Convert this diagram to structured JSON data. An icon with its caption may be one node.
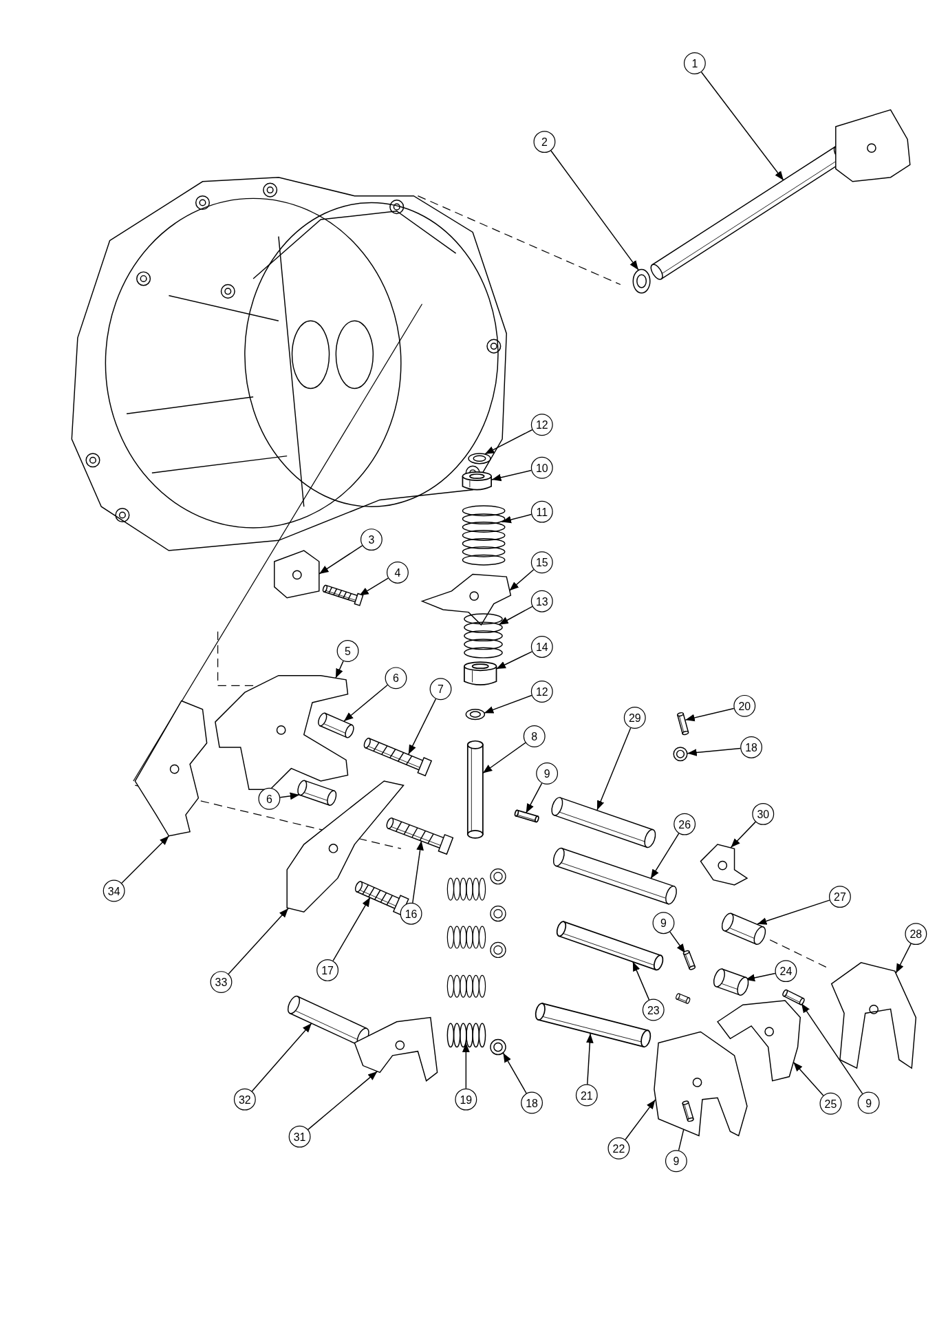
{
  "diagram": {
    "nodes": [
      {
        "text": [
          "1"
        ]
      },
      {
        "text": [],
        "shape": "picture"
      },
      {
        "text": [
          "2"
        ]
      },
      {
        "text": [],
        "shape": "picture"
      },
      {
        "text": [
          "12"
        ]
      },
      {
        "text": [],
        "shape": "picture"
      },
      {
        "text": [
          "10"
        ]
      },
      {
        "text": [],
        "shape": "cylinder"
      },
      {
        "text": [
          "11"
        ]
      },
      {
        "text": [],
        "shape": "picture"
      },
      {
        "text": [
          "3"
        ]
      },
      {
        "text": [],
        "shape": "picture"
      },
      {
        "text": [
          "15"
        ]
      },
      {
        "text": [],
        "shape": "picture"
      },
      {
        "text": [
          "4"
        ]
      },
      {
        "text": [],
        "shape": "picture"
      },
      {
        "text": [
          "13"
        ]
      },
      {
        "text": [],
        "shape": "picture"
      },
      {
        "text": [
          "14"
        ]
      },
      {
        "text": [],
        "shape": "cylinder"
      },
      {
        "text": [
          "5"
        ]
      },
      {
        "text": [],
        "shape": "picture"
      },
      {
        "text": [
          "6"
        ]
      },
      {
        "text": [],
        "shape": "picture"
      },
      {
        "text": [
          "7"
        ]
      },
      {
        "text": [],
        "shape": "picture"
      },
      {
        "text": [
          "12"
        ]
      },
      {
        "text": [],
        "shape": "picture"
      },
      {
        "text": [
          "20"
        ]
      },
      {
        "text": [],
        "shape": "picture"
      },
      {
        "text": [
          "8"
        ]
      },
      {
        "text": [],
        "shape": "cylinder"
      },
      {
        "text": [
          "18"
        ]
      },
      {
        "text": [],
        "shape": "picture"
      },
      {
        "text": [
          "29"
        ]
      },
      {
        "text": [],
        "shape": "picture"
      },
      {
        "text": [
          "9"
        ]
      },
      {
        "text": [],
        "shape": "cylinder"
      },
      {
        "text": [
          "6"
        ]
      },
      {
        "text": [],
        "shape": "picture"
      },
      {
        "text": [
          "30"
        ]
      },
      {
        "text": [],
        "shape": "picture"
      },
      {
        "text": [
          "26"
        ]
      },
      {
        "text": [],
        "shape": "picture"
      },
      {
        "text": [
          "34"
        ]
      },
      {
        "text": [],
        "shape": "picture"
      },
      {
        "text": [
          "16"
        ]
      },
      {
        "text": [],
        "shape": "picture"
      },
      {
        "text": [
          "27"
        ]
      },
      {
        "text": [],
        "shape": "picture"
      },
      {
        "text": [
          "9"
        ]
      },
      {
        "text": [],
        "shape": "picture"
      },
      {
        "text": [
          "28"
        ]
      },
      {
        "text": [],
        "shape": "picture"
      },
      {
        "text": [
          "24"
        ]
      },
      {
        "text": [],
        "shape": "picture"
      },
      {
        "text": [
          "17"
        ]
      },
      {
        "text": [],
        "shape": "picture"
      },
      {
        "text": [
          "33"
        ]
      },
      {
        "text": [],
        "shape": "picture"
      },
      {
        "text": [
          "23"
        ]
      },
      {
        "text": [],
        "shape": "cylinder"
      },
      {
        "text": [
          "21"
        ]
      },
      {
        "text": [],
        "shape": "cylinder"
      },
      {
        "text": [
          "19"
        ]
      },
      {
        "text": [],
        "shape": "picture"
      },
      {
        "text": [
          "18"
        ]
      },
      {
        "text": [],
        "shape": "picture"
      },
      {
        "text": [
          "25"
        ]
      },
      {
        "text": [],
        "shape": "picture"
      },
      {
        "text": [
          "32"
        ]
      },
      {
        "text": [],
        "shape": "picture"
      },
      {
        "text": [
          "9"
        ]
      },
      {
        "text": [],
        "shape": "picture"
      },
      {
        "text": [
          "31"
        ]
      },
      {
        "text": [],
        "shape": "picture"
      },
      {
        "text": [
          "22"
        ]
      },
      {
        "text": [],
        "shape": "picture"
      },
      {
        "text": [
          "9"
        ]
      },
      {
        "text": [],
        "shape": "picture",
        "in": 77
      }
    ],
    "edges": [
      {
        "from": 0,
        "to": 1,
        "arrow": "to"
      },
      {
        "from": 2,
        "to": 3,
        "arrow": "to"
      },
      {
        "from": 4,
        "to": 5,
        "arrow": "to"
      },
      {
        "from": 6,
        "to": 7,
        "arrow": "to"
      },
      {
        "from": 8,
        "to": 9,
        "arrow": "to"
      },
      {
        "from": 10,
        "to": 11,
        "arrow": "to"
      },
      {
        "from": 12,
        "to": 13,
        "arrow": "to"
      },
      {
        "from": 14,
        "to": 15,
        "arrow": "to"
      },
      {
        "from": 16,
        "to": 17,
        "arrow": "to"
      },
      {
        "from": 18,
        "to": 19,
        "arrow": "to"
      },
      {
        "from": 20,
        "to": 21,
        "arrow": "to"
      },
      {
        "from": 22,
        "to": 23,
        "arrow": "to"
      },
      {
        "from": 24,
        "to": 25,
        "arrow": "to"
      },
      {
        "from": 26,
        "to": 27,
        "arrow": "to"
      },
      {
        "from": 28,
        "to": 29,
        "arrow": "to"
      },
      {
        "from": 30,
        "to": 31,
        "arrow": "to"
      },
      {
        "from": 32,
        "to": 33,
        "arrow": "to"
      },
      {
        "from": 34,
        "to": 35,
        "arrow": "to"
      },
      {
        "from": 36,
        "to": 37,
        "arrow": "to"
      },
      {
        "from": 38,
        "to": 39,
        "arrow": "to"
      },
      {
        "from": 40,
        "to": 41,
        "arrow": "to"
      },
      {
        "from": 42,
        "to": 43,
        "arrow": "to"
      },
      {
        "from": 44,
        "to": 45,
        "arrow": "to"
      },
      {
        "from": 46,
        "to": 47,
        "arrow": "to"
      },
      {
        "from": 48,
        "to": 49,
        "arrow": "to"
      },
      {
        "from": 50,
        "to": 51,
        "arrow": "to"
      },
      {
        "from": 52,
        "to": 53,
        "arrow": "to"
      },
      {
        "from": 54,
        "to": 55,
        "arrow": "to"
      },
      {
        "from": 56,
        "to": 57,
        "arrow": "to"
      },
      {
        "from": 58,
        "to": 59,
        "arrow": "to"
      },
      {
        "from": 60,
        "to": 61,
        "arrow": "to"
      },
      {
        "from": 62,
        "to": 63,
        "arrow": "to"
      },
      {
        "from": 64,
        "to": 65,
        "arrow": "to"
      },
      {
        "from": 66,
        "to": 67,
        "arrow": "to"
      },
      {
        "from": 68,
        "to": 69,
        "arrow": "to"
      },
      {
        "from": 70,
        "to": 71,
        "arrow": "to"
      },
      {
        "from": 72,
        "to": 73,
        "arrow": "to"
      },
      {
        "from": 74,
        "to": 75,
        "arrow": "to"
      },
      {
        "from": 76,
        "to": 77,
        "arrow": "to"
      },
      {
        "from": 78,
        "to": 79,
        "arrow": "to"
      }
    ]
  }
}
